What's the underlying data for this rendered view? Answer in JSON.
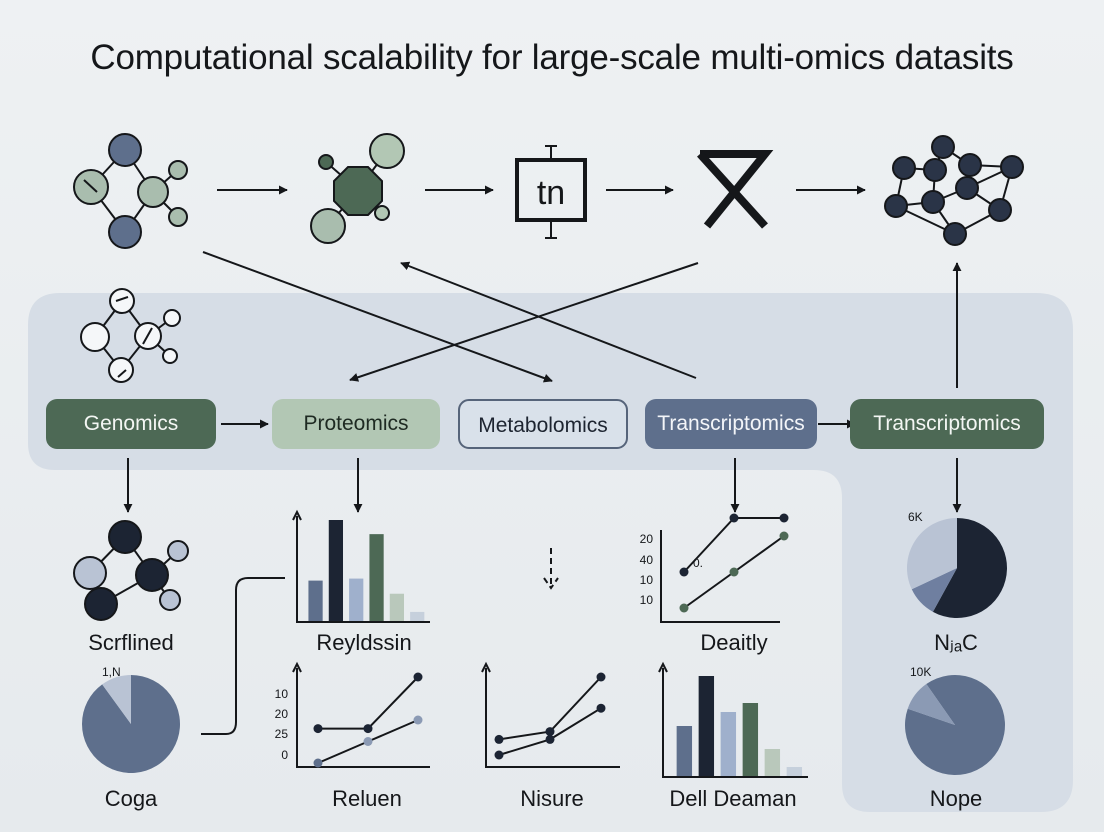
{
  "title": "Computational scalability for large-scale multi-omics datasits",
  "top_box_label": "tn",
  "pills": {
    "genomics": "Genomics",
    "proteomics": "Proteomics",
    "metabolomics": "Metabolomics",
    "transcriptomics_1": "Transcriptomics",
    "transcriptomics_2": "Transcriptomics"
  },
  "panels": {
    "scrflined": "Scrflined",
    "coga": "Coga",
    "coga_pie_label": "1,N",
    "reyldssin": "Reyldssin",
    "reluen": "Reluen",
    "reluen_ticks": [
      "10",
      "20",
      "25",
      "0"
    ],
    "nisure": "Nisure",
    "deaitly": "Deaitly",
    "deaitly_ticks": [
      "20",
      "40",
      "10",
      "10"
    ],
    "deaitly_note": "0.",
    "dell_deaman": "Dell Deaman",
    "njsc": "NⱼₐC",
    "njsc_pie_label": "6K",
    "nope": "Nope",
    "nope_pie_label": "10K"
  },
  "colors": {
    "dark_green": "#4d6955",
    "light_green": "#b2c7b4",
    "slate_blue": "#5e6f8c",
    "navy": "#1c2433",
    "panel_bg": "#d6dde6"
  },
  "chart_data": [
    {
      "type": "bar",
      "name": "Reyldssin",
      "categories": [
        "",
        "",
        "",
        "",
        "",
        ""
      ],
      "values": [
        40,
        100,
        42,
        86,
        27,
        9
      ],
      "colors": [
        "#5e6f8c",
        "#1c2433",
        "#9fb0cc",
        "#4d6955",
        "#b9c8bb",
        "#c6d0dc"
      ]
    },
    {
      "type": "bar",
      "name": "Dell Deaman",
      "categories": [
        "",
        "",
        "",
        "",
        "",
        ""
      ],
      "values": [
        50,
        100,
        64,
        73,
        27,
        9
      ],
      "colors": [
        "#5e6f8c",
        "#1c2433",
        "#9fb0cc",
        "#4d6955",
        "#b9c8bb",
        "#c6d0dc"
      ]
    },
    {
      "type": "line",
      "name": "Reluen",
      "series": [
        {
          "values": [
            [
              0,
              40
            ],
            [
              50,
              40
            ],
            [
              100,
              100
            ]
          ]
        },
        {
          "values": [
            [
              0,
              0
            ],
            [
              50,
              25
            ],
            [
              100,
              50
            ]
          ]
        }
      ]
    },
    {
      "type": "line",
      "name": "Nisure",
      "series": [
        {
          "values": [
            [
              0,
              20
            ],
            [
              50,
              30
            ],
            [
              100,
              100
            ]
          ]
        },
        {
          "values": [
            [
              0,
              0
            ],
            [
              50,
              20
            ],
            [
              100,
              60
            ]
          ]
        }
      ]
    },
    {
      "type": "line",
      "name": "Deaitly",
      "series": [
        {
          "values": [
            [
              0,
              40
            ],
            [
              50,
              100
            ],
            [
              100,
              100
            ]
          ]
        },
        {
          "values": [
            [
              0,
              0
            ],
            [
              50,
              40
            ],
            [
              100,
              80
            ]
          ]
        }
      ]
    },
    {
      "type": "pie",
      "name": "Coga",
      "labels": [
        "",
        ""
      ],
      "values": [
        90,
        10
      ],
      "colors": [
        "#5e6f8c",
        "#b9c3d4"
      ]
    },
    {
      "type": "pie",
      "name": "NjsC",
      "labels": [
        "",
        "",
        ""
      ],
      "values": [
        58,
        10,
        32
      ],
      "colors": [
        "#1c2433",
        "#6f7fa0",
        "#b9c3d4"
      ]
    },
    {
      "type": "pie",
      "name": "Nope",
      "labels": [
        "",
        ""
      ],
      "values": [
        90,
        10
      ],
      "colors": [
        "#5e6f8c",
        "#8b9ab4"
      ]
    }
  ]
}
